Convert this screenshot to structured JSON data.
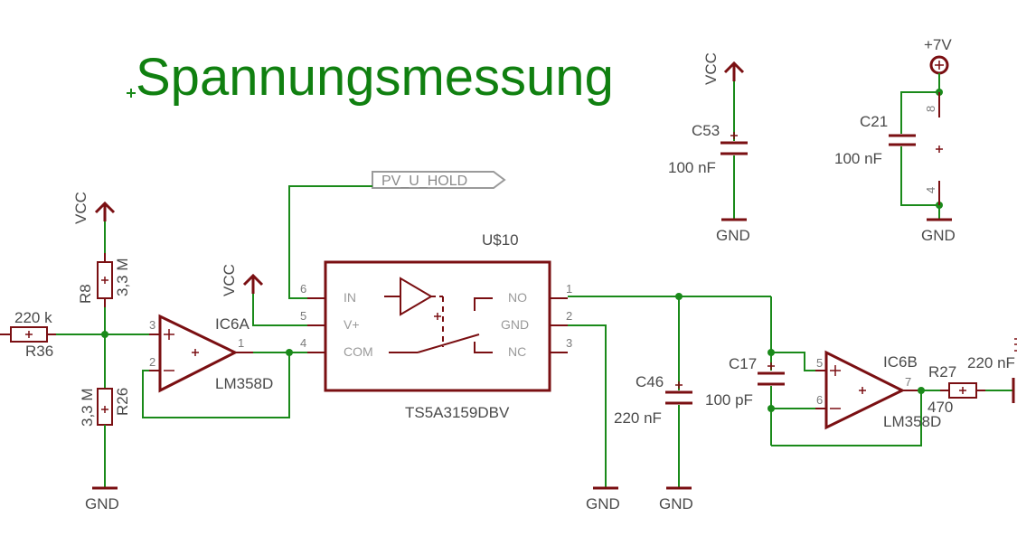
{
  "title": "Spannungsmessung",
  "net_label": "PV_U_HOLD",
  "supplies": {
    "vcc": "VCC",
    "gnd": "GND",
    "plus7v": "+7V"
  },
  "switch_ic": {
    "name": "U$10",
    "part": "TS5A3159DBV",
    "pins_left": [
      {
        "num": "6",
        "name": "IN"
      },
      {
        "num": "5",
        "name": "V+"
      },
      {
        "num": "4",
        "name": "COM"
      }
    ],
    "pins_right": [
      {
        "num": "1",
        "name": "NO"
      },
      {
        "num": "2",
        "name": "GND"
      },
      {
        "num": "3",
        "name": "NC"
      }
    ]
  },
  "opamp_a": {
    "name": "IC6A",
    "part": "LM358D",
    "pin_in_plus": "3",
    "pin_in_minus": "2",
    "pin_out": "1"
  },
  "opamp_b": {
    "name": "IC6B",
    "part": "LM358D",
    "pin_in_plus": "5",
    "pin_in_minus": "6",
    "pin_out": "7"
  },
  "components": {
    "R8": {
      "name": "R8",
      "value": "3,3 M"
    },
    "R26": {
      "name": "R26",
      "value": "3,3 M"
    },
    "R36": {
      "name": "R36",
      "value": "220 k"
    },
    "R27": {
      "name": "R27",
      "value": "470"
    },
    "C53": {
      "name": "C53",
      "value": "100 nF"
    },
    "C21": {
      "name": "C21",
      "value": "100 nF",
      "pin_top": "8",
      "pin_bottom": "4"
    },
    "C46": {
      "name": "C46",
      "value": "220 nF"
    },
    "C17": {
      "name": "C17",
      "value": "100 pF"
    },
    "Cout": {
      "value": "220 nF"
    }
  },
  "colors": {
    "wire": "#1a8a1a",
    "part": "#7a0f12",
    "title": "#108010",
    "text": "#4a4a4a"
  }
}
